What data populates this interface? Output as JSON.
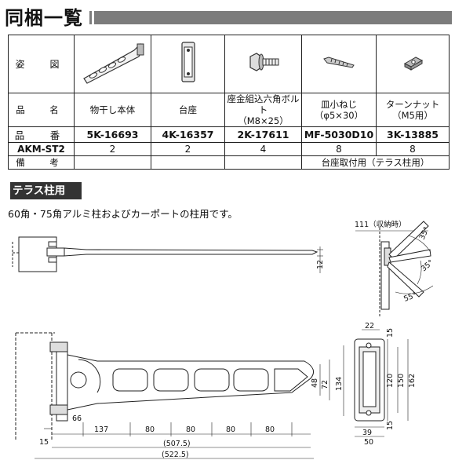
{
  "header": {
    "title": "同梱一覧"
  },
  "table": {
    "row_labels": {
      "figure": "姿　図",
      "name": "品　名",
      "code": "品　番",
      "model": "AKM-ST2",
      "note": "備　考"
    },
    "items": [
      {
        "name_line1": "物干し本体",
        "name_line2": "",
        "code": "5K-16693",
        "qty": "2",
        "icon": "hanger-arm-icon"
      },
      {
        "name_line1": "台座",
        "name_line2": "",
        "code": "4K-16357",
        "qty": "2",
        "icon": "base-plate-icon"
      },
      {
        "name_line1": "座金組込六角ボルト",
        "name_line2": "（M8×25）",
        "code": "2K-17611",
        "qty": "4",
        "icon": "hex-bolt-icon"
      },
      {
        "name_line1": "皿小ねじ",
        "name_line2": "（φ5×30）",
        "code": "MF-5030D10",
        "qty": "8",
        "icon": "flat-screw-icon"
      },
      {
        "name_line1": "ターンナット",
        "name_line2": "（M5用）",
        "code": "3K-13885",
        "qty": "8",
        "icon": "turn-nut-icon"
      }
    ],
    "note": "台座取付用（テラス柱用）"
  },
  "section": {
    "tag": "テラス柱用",
    "description": "60角・75角アルミ柱およびカーポートの柱用です。"
  },
  "dimensions": {
    "top_view": {
      "thickness": "12"
    },
    "side_view": {
      "stowed_label": "111（収納時）",
      "angle1": "35°",
      "angle2": "35°",
      "angle3": "55°"
    },
    "front_view": {
      "d66": "66",
      "d137": "137",
      "d80a": "80",
      "d80b": "80",
      "d80c": "80",
      "d80d": "80",
      "d15": "15",
      "d507": "(507.5)",
      "d522": "(522.5)",
      "d48": "48",
      "d72": "72",
      "d134": "134"
    },
    "base_view": {
      "d22": "22",
      "d15top": "15",
      "d120": "120",
      "d150": "150",
      "d162": "162",
      "d15bot": "15",
      "d39": "39",
      "d50": "50"
    }
  }
}
